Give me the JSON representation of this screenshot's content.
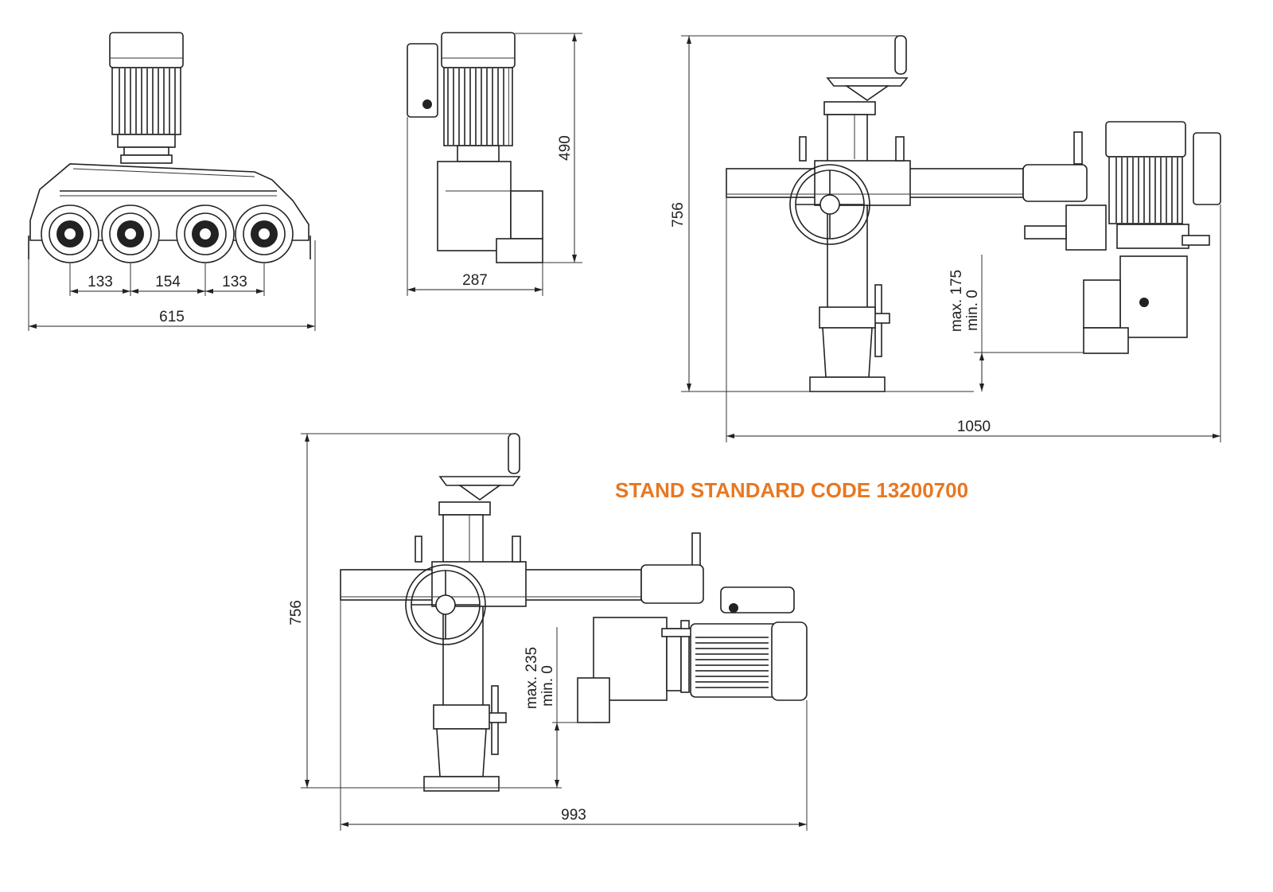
{
  "title": "STAND STANDARD CODE 13200700",
  "colors": {
    "title": "#e87722",
    "line": "#222222"
  },
  "front_view": {
    "spacing_1": "133",
    "spacing_2": "154",
    "spacing_3": "133",
    "overall_width": "615"
  },
  "side_view": {
    "height": "490",
    "depth": "287"
  },
  "upper_stand": {
    "height": "756",
    "width": "1050",
    "range_max": "max. 175",
    "range_min": "min. 0"
  },
  "lower_stand": {
    "height": "756",
    "width": "993",
    "range_max": "max. 235",
    "range_min": "min. 0"
  }
}
